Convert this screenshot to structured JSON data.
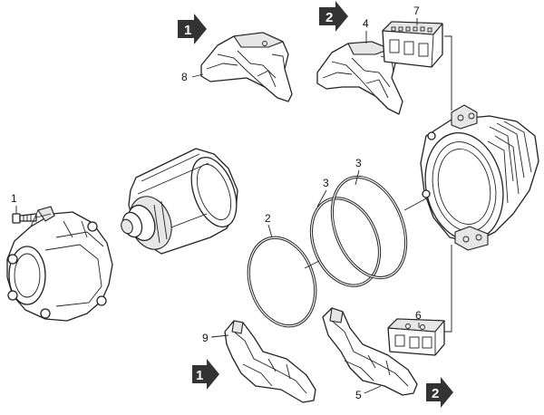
{
  "callouts": {
    "c1": "1",
    "c2": "2",
    "c3a": "3",
    "c3b": "3",
    "c4": "4",
    "c5": "5",
    "c6": "6",
    "c7": "7",
    "c8": "8",
    "c9": "9"
  },
  "badges": {
    "top_left": "1",
    "top_right": "2",
    "bottom_left": "1",
    "bottom_right": "2"
  },
  "colors": {
    "line": "#222222",
    "badge_fill": "#333333",
    "badge_text": "#ffffff"
  }
}
